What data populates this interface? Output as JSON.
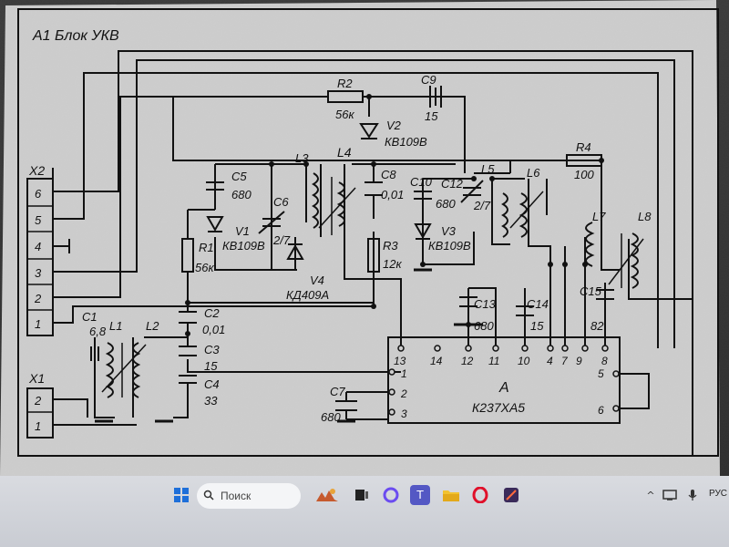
{
  "schematic": {
    "block_title": "A1 Блок УКВ",
    "x2": {
      "label": "X2",
      "pins": [
        "6",
        "5",
        "4",
        "3",
        "2",
        "1"
      ]
    },
    "x1": {
      "label": "X1",
      "pins": [
        "2",
        "1"
      ]
    },
    "components": {
      "r2": {
        "ref": "R2",
        "value": "56к"
      },
      "c9": {
        "ref": "C9",
        "value": "15"
      },
      "v2": {
        "ref": "V2",
        "value": "КВ109В"
      },
      "r4": {
        "ref": "R4",
        "value": "100"
      },
      "c5": {
        "ref": "C5",
        "value": "680"
      },
      "l3": {
        "ref": "L3"
      },
      "l4": {
        "ref": "L4"
      },
      "c8": {
        "ref": "C8",
        "value": "0,01"
      },
      "c10": {
        "ref": "C10",
        "value": "680"
      },
      "c12": {
        "ref": "C12",
        "value": "2/7"
      },
      "l5": {
        "ref": "L5"
      },
      "l6": {
        "ref": "L6"
      },
      "c6": {
        "ref": "C6",
        "value": "2/7"
      },
      "v1": {
        "ref": "V1",
        "value": "КВ109В"
      },
      "r1": {
        "ref": "R1",
        "value": "56к"
      },
      "v4": {
        "ref": "V4",
        "value": "КД409А"
      },
      "r3": {
        "ref": "R3",
        "value": "12к"
      },
      "v3": {
        "ref": "V3",
        "value": "КВ109В"
      },
      "l7": {
        "ref": "L7"
      },
      "l8": {
        "ref": "L8"
      },
      "c2": {
        "ref": "C2",
        "value": "0,01"
      },
      "c13": {
        "ref": "C13",
        "value": "680"
      },
      "c14": {
        "ref": "C14",
        "value": "15"
      },
      "c15": {
        "ref": "C15",
        "value": "82"
      },
      "c1": {
        "ref": "C1",
        "value": "6,8"
      },
      "l1": {
        "ref": "L1"
      },
      "l2": {
        "ref": "L2"
      },
      "c3": {
        "ref": "C3",
        "value": "15"
      },
      "c4": {
        "ref": "C4",
        "value": "33"
      },
      "c7": {
        "ref": "C7",
        "value": "680"
      }
    },
    "ic": {
      "ref": "A",
      "part": "К237ХА5",
      "top_pins": [
        "13",
        "14",
        "12",
        "11",
        "10",
        "4",
        "7",
        "9",
        "8"
      ],
      "left_pins": [
        "1",
        "2",
        "3"
      ],
      "right_pins": [
        "5",
        "6"
      ]
    }
  },
  "taskbar": {
    "search_placeholder": "Поиск",
    "language": "РУС",
    "icons": [
      "windows-start-icon",
      "search-icon",
      "widgets-icon",
      "task-view-icon",
      "copilot-icon",
      "teams-icon",
      "file-explorer-icon",
      "opera-icon",
      "app-icon",
      "tray-chevron-icon",
      "network-icon",
      "microphone-icon"
    ],
    "colors": {
      "opera": "#e0102a",
      "windows": "#1e6fd9",
      "teams": "#5458c4",
      "explorer": "#f2c230"
    }
  }
}
